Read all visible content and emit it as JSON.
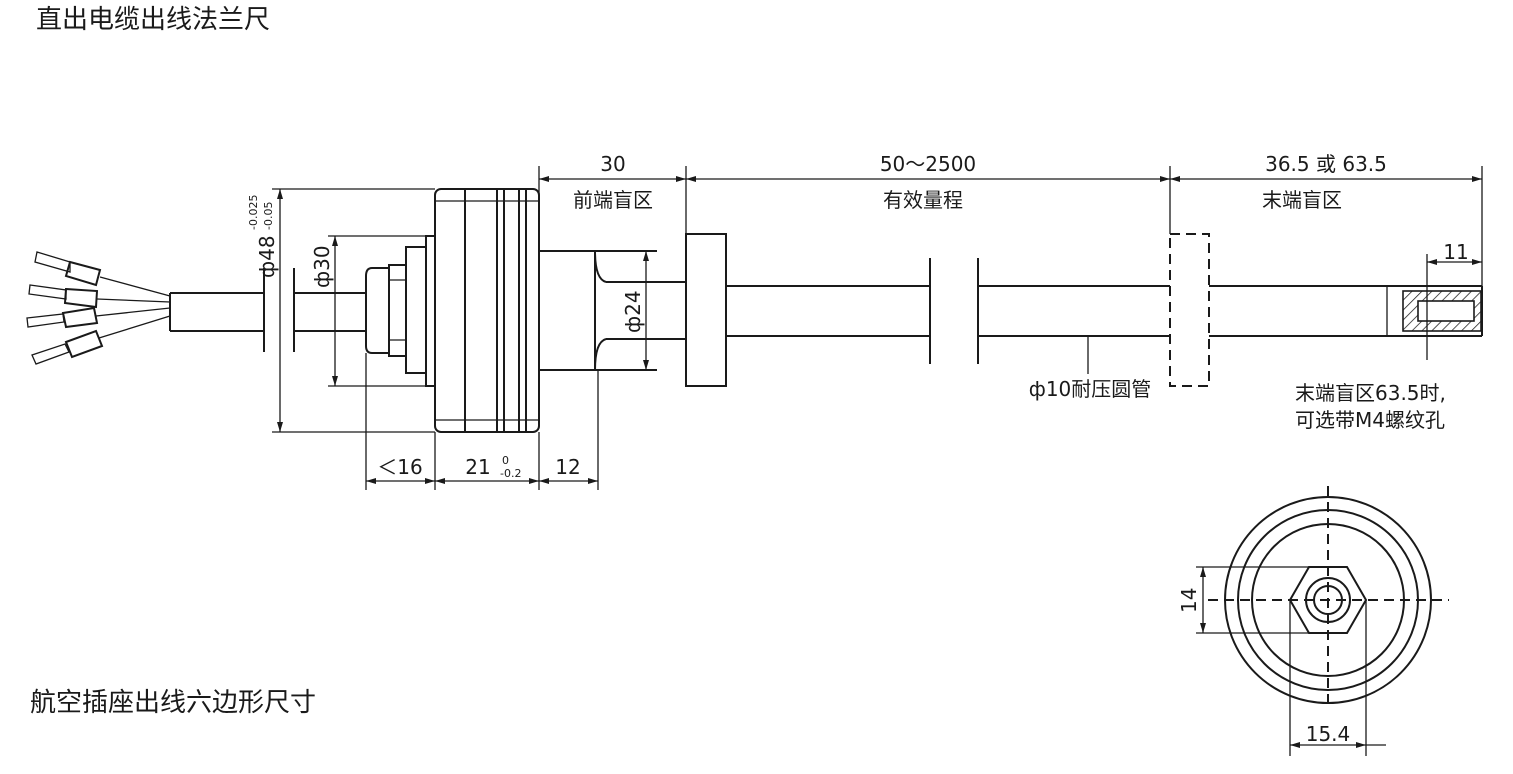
{
  "titles": {
    "top": "直出电缆出线法兰尺",
    "bottom": "航空插座出线六边形尺寸"
  },
  "dimensions": {
    "front_len": "30",
    "front_zone": "前端盲区",
    "effective_len": "50～2500",
    "effective_zone": "有效量程",
    "end_len": "36.5 或 63.5",
    "end_zone": "末端盲区",
    "tail_len": "11",
    "flange_dia": "ф48",
    "flange_tol_upper": "-0.025",
    "flange_tol_lower": "-0.05",
    "boss_dia": "ф30",
    "neck_dia": "ф24",
    "gland_len": "＜16",
    "body_len": "21",
    "body_tol_upper": "0",
    "body_tol_lower": "-0.2",
    "neck_len": "12",
    "hex_height": "14",
    "hex_width": "15.4"
  },
  "notes": {
    "tube": "ф10耐压圆管",
    "end_note_line1": "末端盲区63.5时,",
    "end_note_line2": "可选带M4螺纹孔"
  },
  "colors": {
    "line": "#1a1a1a",
    "background": "#ffffff"
  }
}
